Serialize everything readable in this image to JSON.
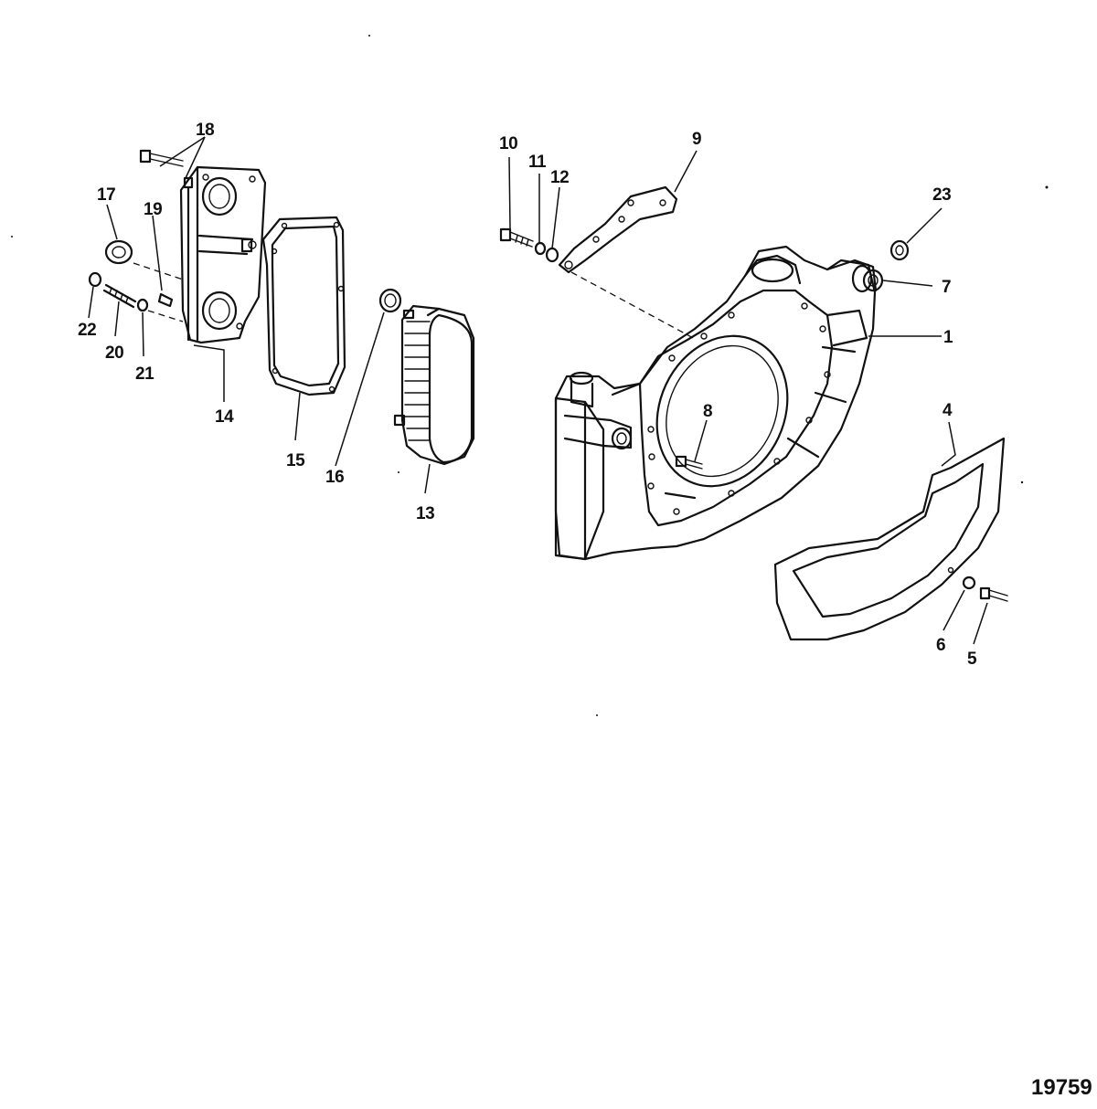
{
  "diagram": {
    "callouts": {
      "p1": "1",
      "p4": "4",
      "p5": "5",
      "p6": "6",
      "p7": "7",
      "p8": "8",
      "p9": "9",
      "p10": "10",
      "p11": "11",
      "p12": "12",
      "p13": "13",
      "p14": "14",
      "p15": "15",
      "p16": "16",
      "p17": "17",
      "p18": "18",
      "p19": "19",
      "p20": "20",
      "p21": "21",
      "p22": "22",
      "p23": "23"
    },
    "figure_number": "19759"
  }
}
